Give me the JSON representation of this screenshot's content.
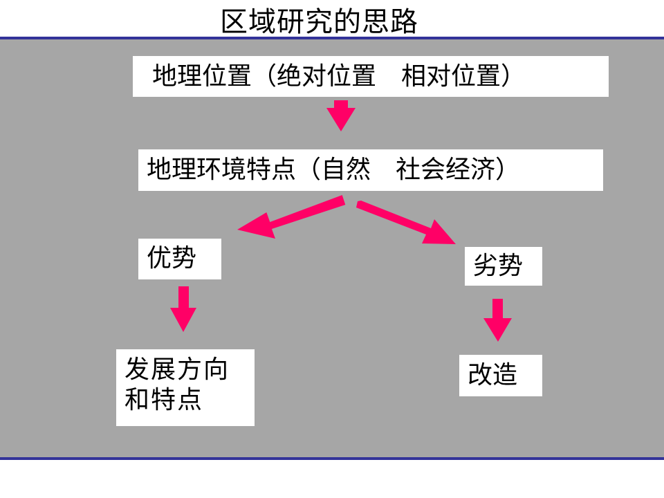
{
  "title": "区域研究的思路",
  "boxes": {
    "location": "地理位置（绝对位置　相对位置）",
    "environment": "地理环境特点（自然　社会经济）",
    "advantage": "优势",
    "disadvantage": "劣势",
    "direction": [
      "发展方向",
      "和特点"
    ],
    "improvement": "改造"
  },
  "colors": {
    "arrow": "#ff0066",
    "panel": "#a6a6a6",
    "rule": "#333399"
  }
}
